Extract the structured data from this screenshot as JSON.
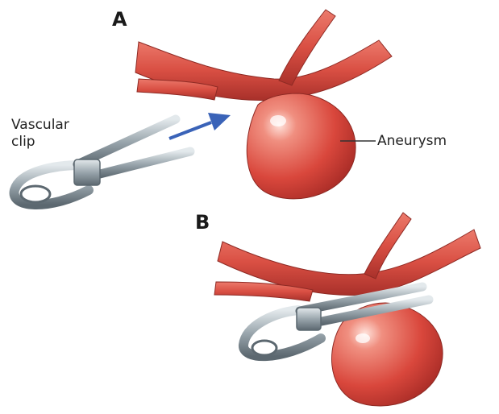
{
  "panels": {
    "a": {
      "label": "A"
    },
    "b": {
      "label": "B"
    }
  },
  "labels": {
    "vascular_clip_line1": "Vascular",
    "vascular_clip_line2": "clip",
    "aneurysm": "Aneurysm"
  },
  "colors": {
    "artery": "#d94f43",
    "artery_dark": "#a8302a",
    "aneurysm_light": "#f08f80",
    "aneurysm_mid": "#d9473c",
    "aneurysm_dark": "#9e2622",
    "clip_metal": "#9aa6ad",
    "clip_dark": "#5c6870",
    "arrow": "#3a63b8"
  },
  "icons": {
    "clip": "vascular-clip-icon",
    "arrow": "direction-arrow-icon"
  }
}
